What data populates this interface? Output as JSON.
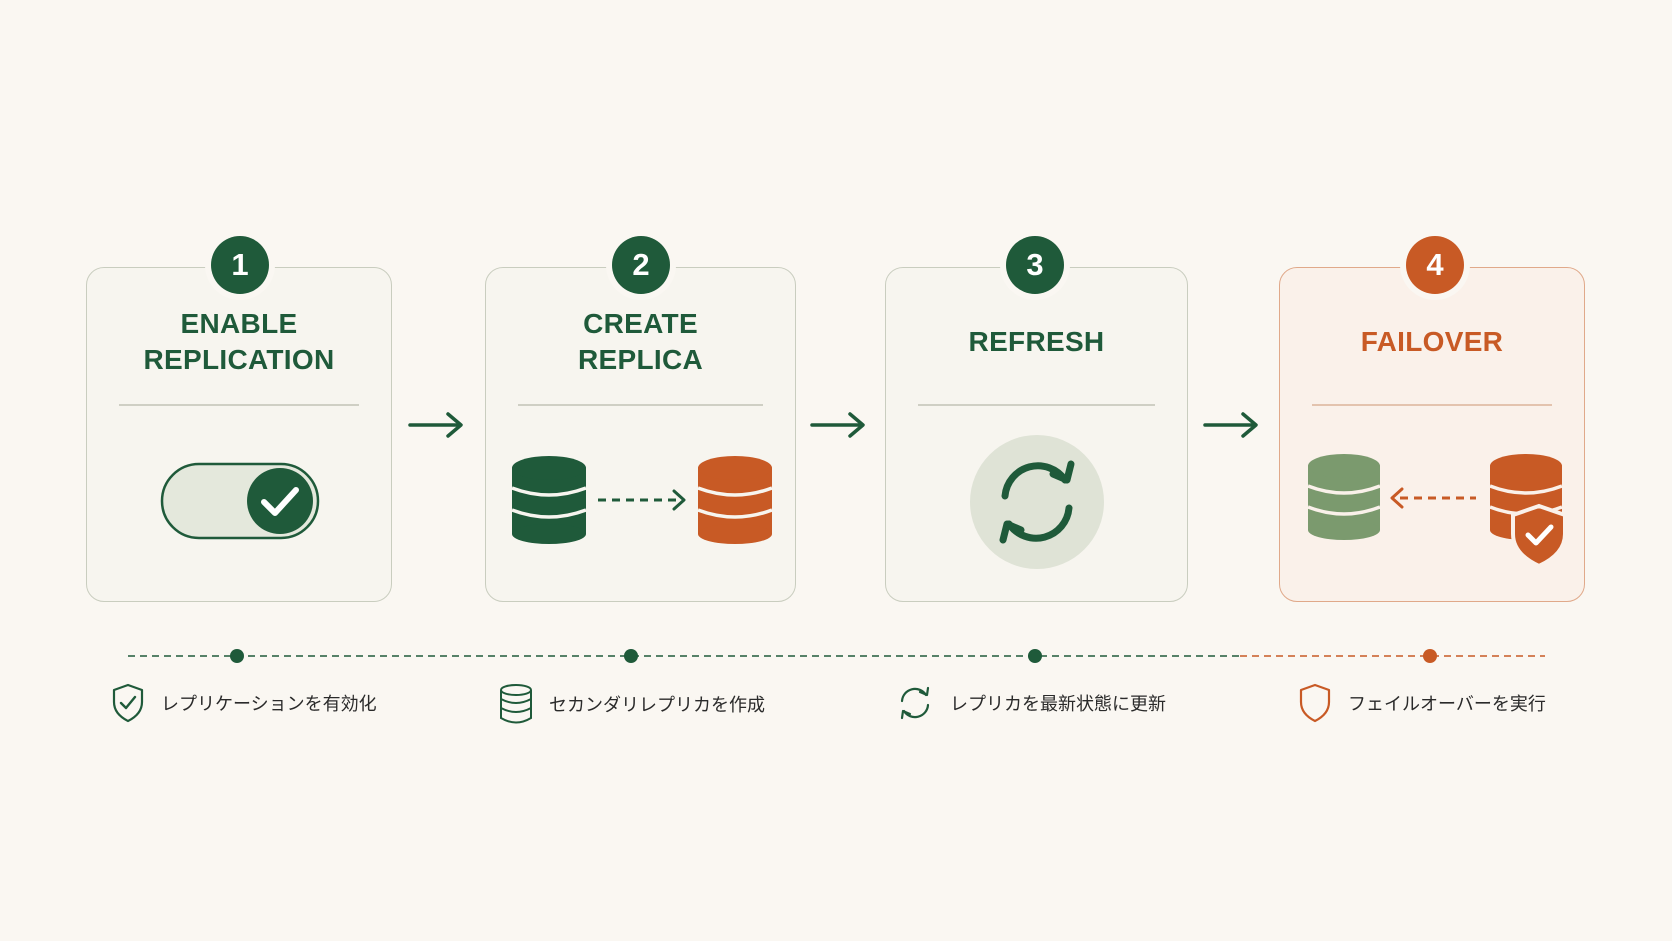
{
  "steps": [
    {
      "number": "1",
      "title": "ENABLE\nREPLICATION",
      "caption": "レプリケーションを有効化"
    },
    {
      "number": "2",
      "title": "CREATE\nREPLICA",
      "caption": "セカンダリレプリカを作成"
    },
    {
      "number": "3",
      "title": "REFRESH",
      "caption": "レプリカを最新状態に更新"
    },
    {
      "number": "4",
      "title": "FAILOVER",
      "caption": "フェイルオーバーを実行"
    }
  ],
  "colors": {
    "green": "#1f5a3a",
    "orange": "#c85a25",
    "sage": "#7b9a6e",
    "background": "#faf7f2"
  },
  "icons": {
    "step1": "toggle-on-check-icon",
    "step2": "database-replicate-icon",
    "step3": "refresh-cycle-icon",
    "step4": "database-failover-shield-icon"
  }
}
